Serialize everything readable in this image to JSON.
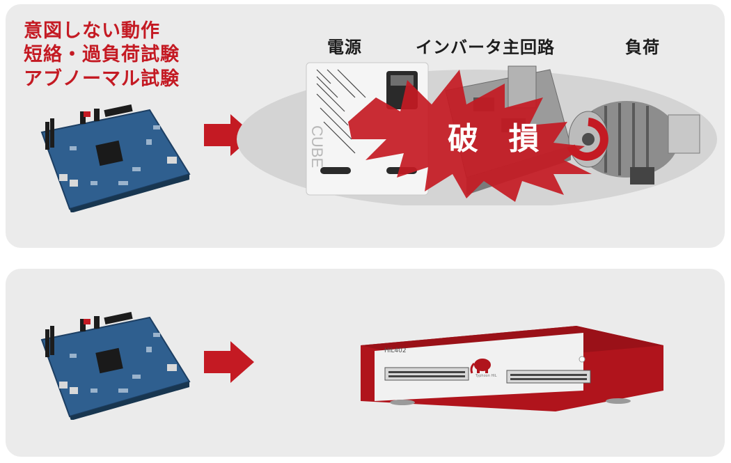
{
  "top_panel": {
    "headline": [
      "意図しない動作",
      "短絡・過負荷試験",
      "アブノーマル試験"
    ],
    "stage_labels": {
      "power": "電源",
      "inverter": "インバータ主回路",
      "load": "負荷"
    },
    "power_supply_brand": "CUBE",
    "damage_text": "破 損"
  },
  "bottom_panel": {
    "device_model": "HIL402",
    "device_brand": "Typhoon HIL"
  },
  "colors": {
    "accent_red": "#c41a23",
    "panel_gray": "#ebebeb",
    "board_blue": "#2f5f8f",
    "device_red": "#b0141c"
  },
  "icons": {
    "arrow": "right-arrow-icon",
    "board": "controller-board",
    "hil": "hil-simulator",
    "mascot": "elephant-icon"
  }
}
